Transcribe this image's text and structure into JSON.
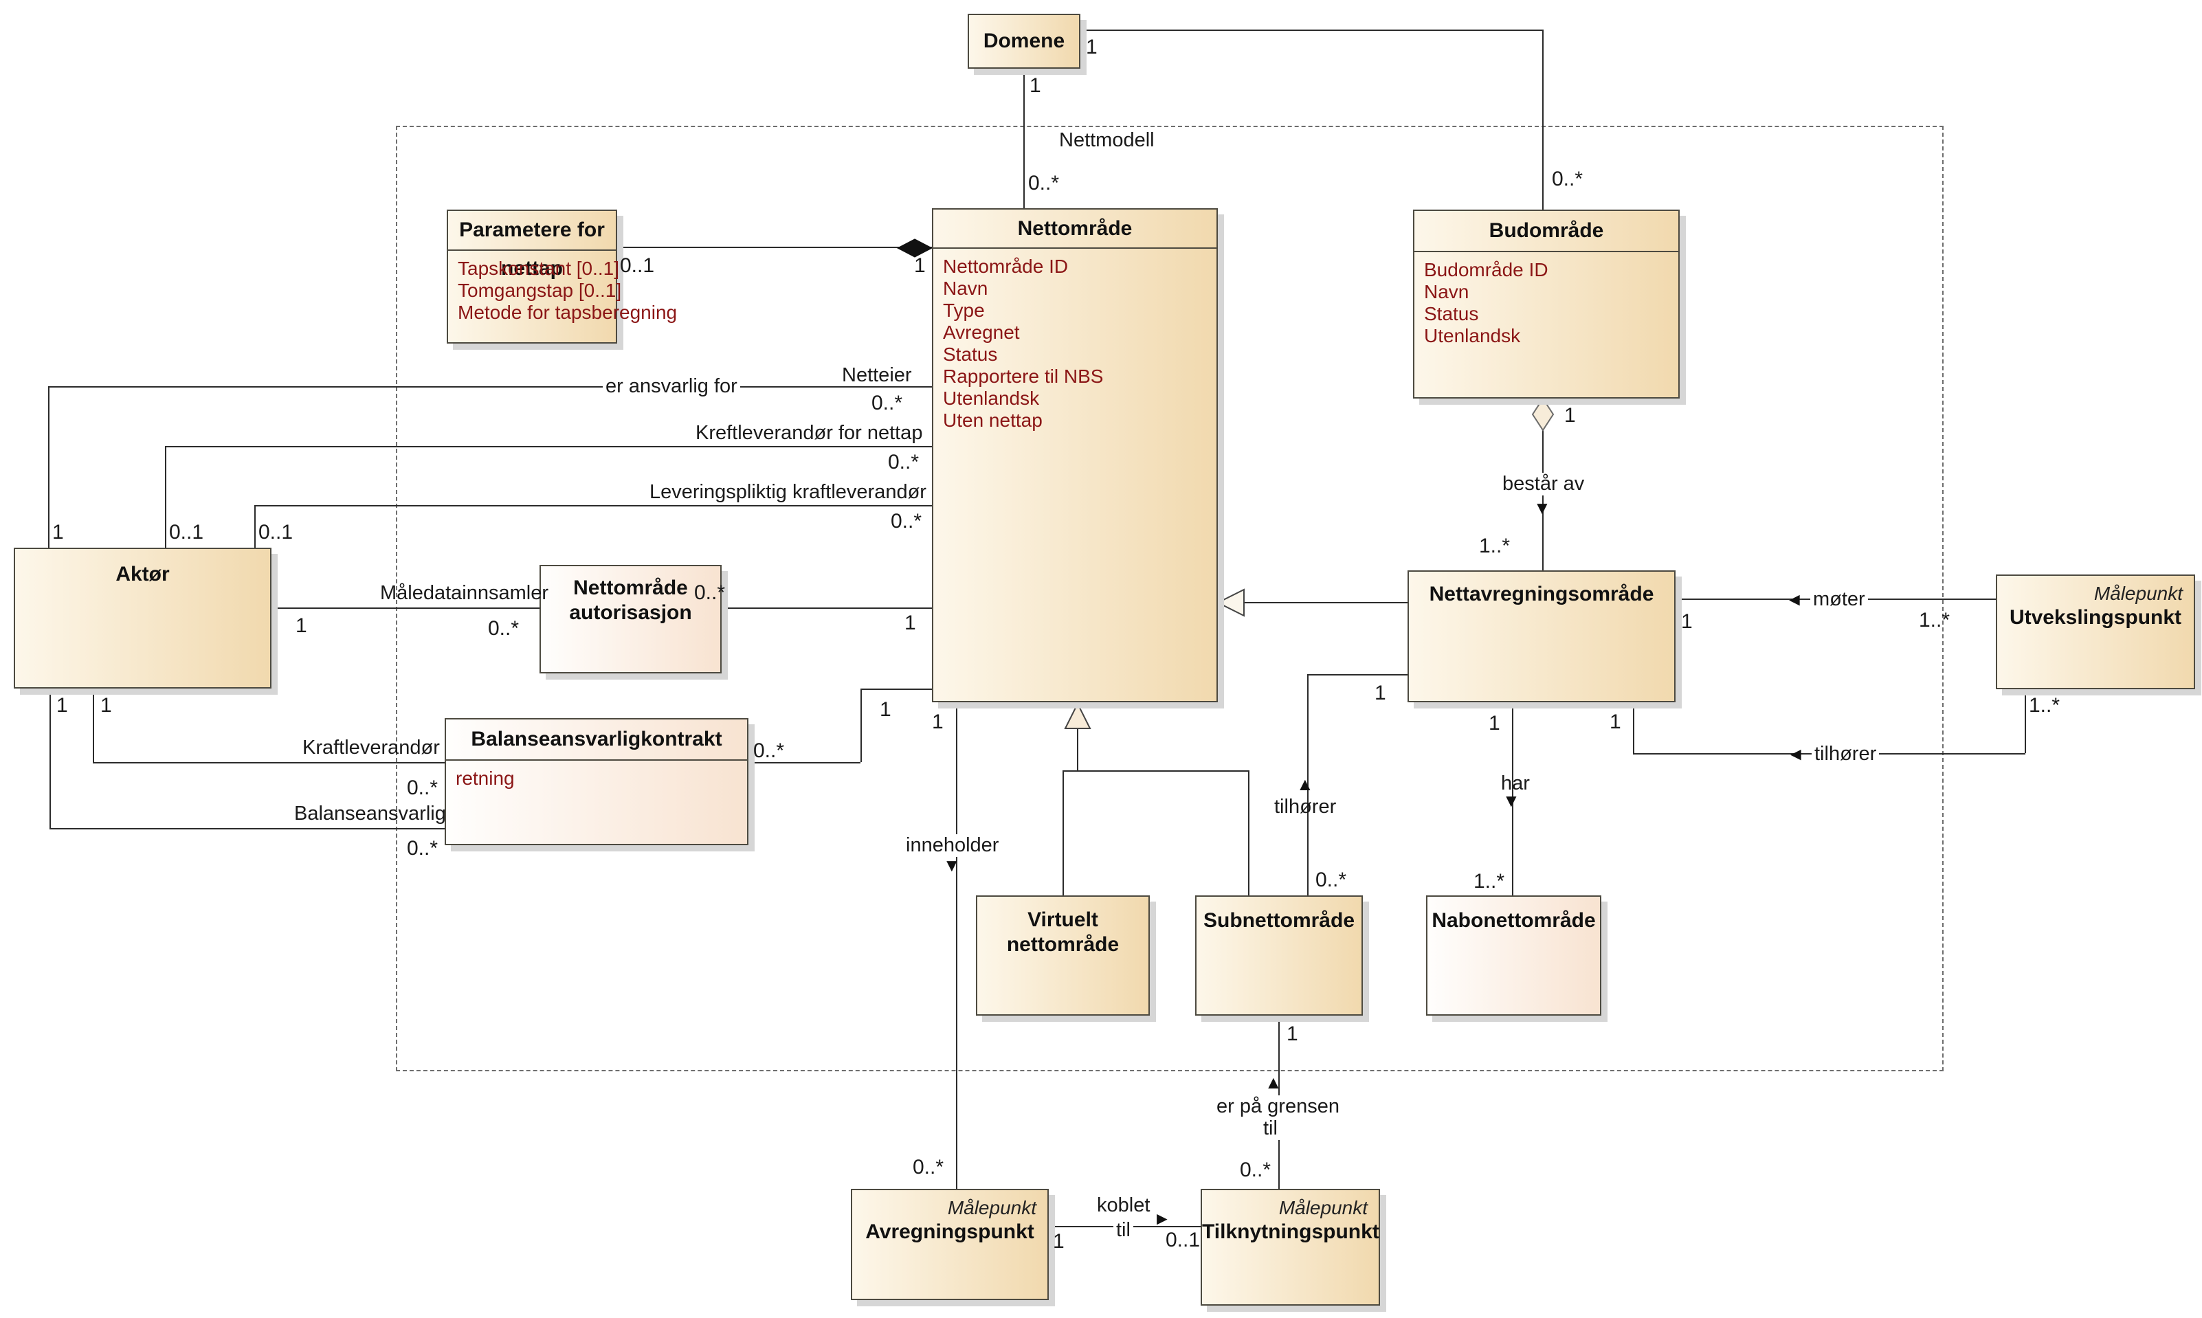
{
  "diagram": {
    "boundary_label": "Nettmodell",
    "colors": {
      "box_fill_start": "#fdf7ea",
      "box_fill_end": "#f1d9ae",
      "light_box_fill_start": "#fffefd",
      "light_box_fill_end": "#f8e3d1",
      "attribute_text": "#8b1616",
      "border": "#4d4a40",
      "line": "#2b2b2b"
    }
  },
  "classes": {
    "domene": {
      "name": "Domene"
    },
    "parametere_for_nettap": {
      "name": "Parametere for nettap",
      "attributes": [
        "Tapskonstant [0..1]",
        "Tomgangstap [0..1]",
        "Metode for tapsberegning"
      ]
    },
    "nettomrade": {
      "name": "Nettområde",
      "attributes": [
        "Nettområde ID",
        "Navn",
        "Type",
        "Avregnet",
        "Status",
        "Rapportere til NBS",
        "Utenlandsk",
        "Uten nettap"
      ]
    },
    "budomrade": {
      "name": "Budområde",
      "attributes": [
        "Budområde ID",
        "Navn",
        "Status",
        "Utenlandsk"
      ]
    },
    "aktor": {
      "name": "Aktør"
    },
    "nettomrade_autorisasjon": {
      "name": "Nettområde autorisasjon"
    },
    "balanseansvarligkontrakt": {
      "name": "Balanseansvarligkontrakt",
      "attributes": [
        "retning"
      ]
    },
    "nettavregningsomrade": {
      "name": "Nettavregningsområde"
    },
    "utvekslingspunkt": {
      "name": "Utvekslingspunkt",
      "stereotype": "Målepunkt"
    },
    "virtuelt_nettomrade": {
      "name": "Virtuelt nettområde"
    },
    "subnettomrade": {
      "name": "Subnettområde"
    },
    "nabonettomrade": {
      "name": "Nabonettområde"
    },
    "avregningspunkt": {
      "name": "Avregningspunkt",
      "stereotype": "Målepunkt"
    },
    "tilknytningspunkt": {
      "name": "Tilknytningspunkt",
      "stereotype": "Målepunkt"
    }
  },
  "associations": {
    "domene_nettomrade": {
      "m_domene": "1",
      "m_nett": "0..*"
    },
    "domene_budomrade": {
      "m_domene": "1",
      "m_bud": "0..*"
    },
    "nettap_params": {
      "m_params": "0..1",
      "m_nett": "1"
    },
    "er_ansvarlig_for": {
      "label": "er ansvarlig for",
      "role": "Netteier",
      "m_aktor": "1",
      "m_nett": "0..*"
    },
    "kraftleverandor_for_nettap": {
      "label": "Kreftleverandør for nettap",
      "m_aktor": "0..1",
      "m_nett": "0..*"
    },
    "leveringspliktig": {
      "label": "Leveringspliktig kraftleverandør",
      "m_aktor": "0..1",
      "m_nett": "0..*"
    },
    "maledatainnsamler": {
      "label": "Måledatainnsamler",
      "m_aktor": "1",
      "m_auth_left": "0..*",
      "m_auth_right": "0..*",
      "m_nett": "1"
    },
    "kraftleverandor": {
      "label": "Kraftleverandør",
      "m_aktor": "1",
      "m_kontrakt": "0..*"
    },
    "balanseansvarlig": {
      "label": "Balanseansvarlig",
      "m_aktor": "1",
      "m_kontrakt": "0..*"
    },
    "kontrakt_nett": {
      "m_kontrakt": "0..*",
      "m_nett": "1"
    },
    "bestar_av": {
      "label": "består av",
      "m_bud": "1",
      "m_netavr": "1..*"
    },
    "moter": {
      "label": "møter",
      "m_netavr": "1",
      "m_utveksling": "1..*"
    },
    "tilhorer_utveksling": {
      "label": "tilhører",
      "m_netavr": "1",
      "m_utveksling": "1..*"
    },
    "tilhorer_sub": {
      "label": "tilhører",
      "m_netavr": "1",
      "m_sub": "0..*"
    },
    "har": {
      "label": "har",
      "m_netavr": "1",
      "m_nabo": "1..*"
    },
    "inneholder": {
      "label": "inneholder",
      "m_nett": "1",
      "m_avr": "0..*"
    },
    "er_pa_grensen": {
      "label_1": "er på grensen",
      "label_2": "til",
      "m_sub": "1",
      "m_tilknytning": "0..*"
    },
    "koblet_til": {
      "label_1": "koblet",
      "label_2": "til",
      "m_avr": "1",
      "m_tilknytning": "0..1"
    }
  }
}
